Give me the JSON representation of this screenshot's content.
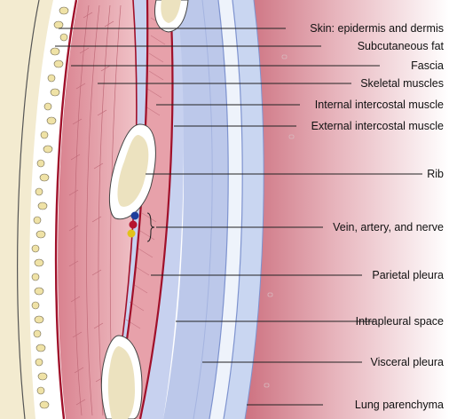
{
  "labels": {
    "skin": "Skin: epidermis and dermis",
    "subcutaneous_fat": "Subcutaneous fat",
    "fascia": "Fascia",
    "skeletal_muscles": "Skeletal muscles",
    "internal_intercostal": "Internal intercostal muscle",
    "external_intercostal": "External intercostal muscle",
    "rib": "Rib",
    "neurovascular": "Vein, artery, and nerve",
    "parietal_pleura": "Parietal pleura",
    "intrapleural_space": "Intrapleural space",
    "visceral_pleura": "Visceral pleura",
    "lung_parenchyma": "Lung parenchyma"
  },
  "colors": {
    "skin": "#f0e7c4",
    "fat_globule": "#efe2a6",
    "muscle": "#e6a7ae",
    "fascia_line": "#a0102a",
    "pleura": "#bcc8ea",
    "lung": "#d99aa4",
    "vein": "#1e3e9c",
    "artery": "#b6142f",
    "nerve": "#e2c21a"
  }
}
